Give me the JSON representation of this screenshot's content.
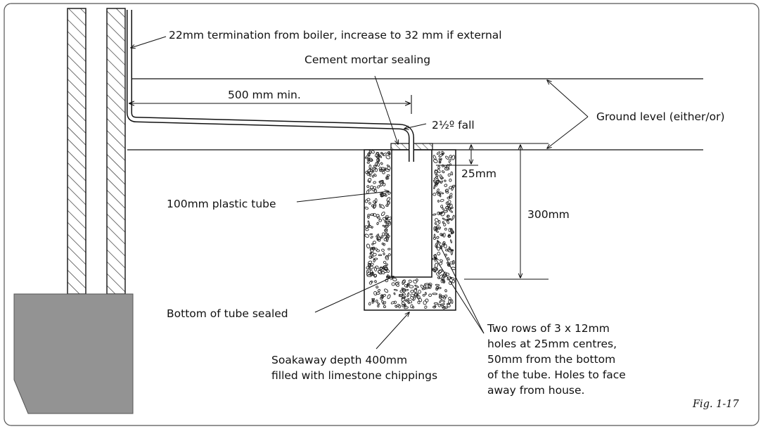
{
  "labels": {
    "termination": "22mm termination from boiler, increase to 32 mm if external",
    "cement": "Cement mortar sealing",
    "min_length": "500 mm min.",
    "fall": "2½º fall",
    "ground": "Ground level (either/or)",
    "depth_25": "25mm",
    "depth_300": "300mm",
    "tube": "100mm plastic tube",
    "bottom_sealed": "Bottom of tube sealed",
    "soakaway": [
      "Soakaway depth 400mm",
      "filled with limestone chippings"
    ],
    "holes": [
      "Two rows of 3 x 12mm",
      "holes at 25mm centres,",
      "50mm from the bottom",
      "of the tube. Holes to face",
      "away from house."
    ]
  },
  "figure_caption": "Fig. 1-17"
}
